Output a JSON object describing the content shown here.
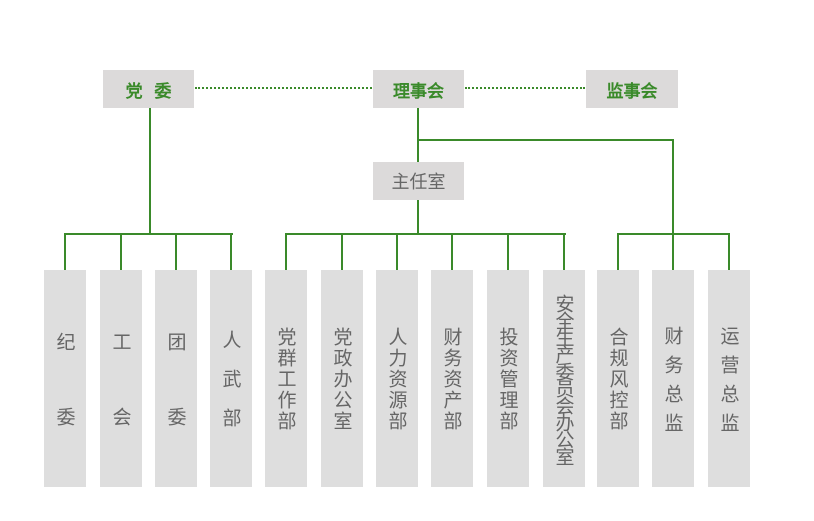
{
  "top": {
    "party": "党  委",
    "board": "理事会",
    "supervisors": "监事会"
  },
  "director_office": "主任室",
  "departments": [
    "纪委",
    "工会",
    "团委",
    "人武部",
    "党群工作部",
    "党政办公室",
    "人力资源部",
    "财务资产部",
    "投资管理部",
    "安全生产委员会办公室",
    "合规风控部",
    "财务总监",
    "运营总监"
  ],
  "colors": {
    "line": "#3a8a2a",
    "box": "#dcdada",
    "text": "#666666"
  }
}
